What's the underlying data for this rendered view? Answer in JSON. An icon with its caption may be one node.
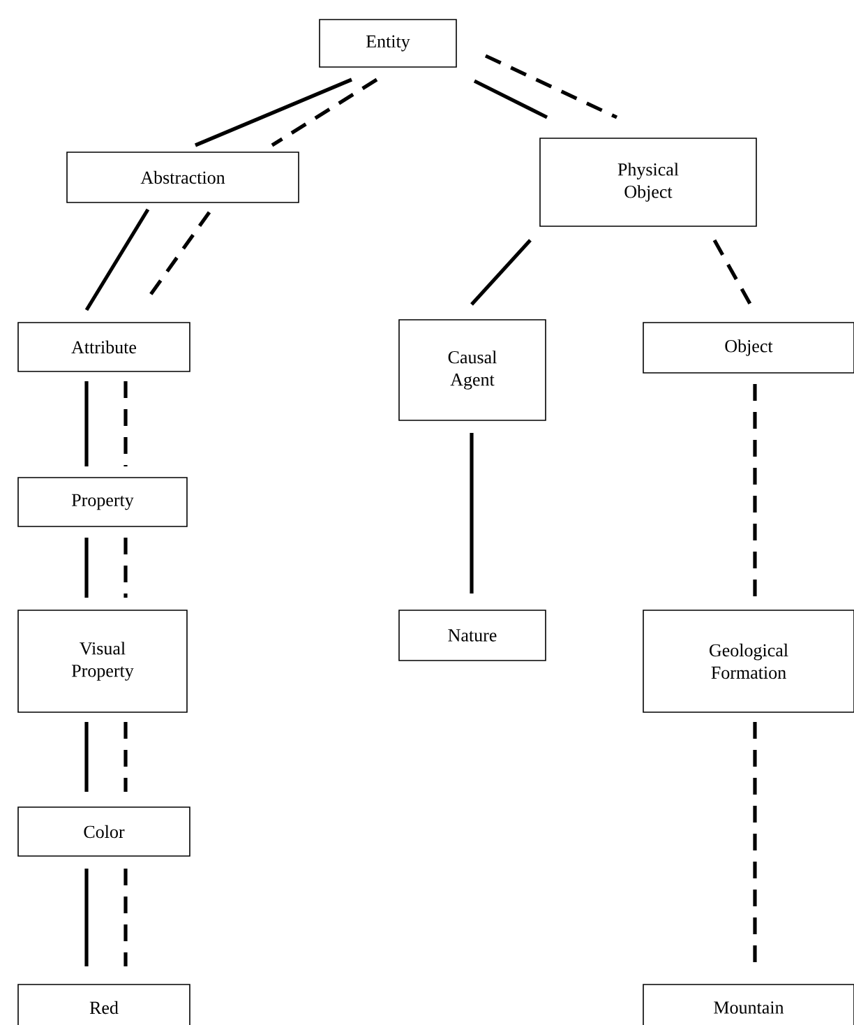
{
  "diagram": {
    "nodes": [
      {
        "text": [
          "Entity"
        ]
      },
      {
        "text": [
          "Abstraction"
        ]
      },
      {
        "text": [
          "Physical Object"
        ]
      },
      {
        "text": [
          "Attribute"
        ]
      },
      {
        "text": [
          "Causal Agent"
        ]
      },
      {
        "text": [
          "Object"
        ]
      },
      {
        "text": [
          "Property"
        ]
      },
      {
        "text": [
          "Visual Property"
        ]
      },
      {
        "text": [
          "Nature"
        ]
      },
      {
        "text": [
          "Geological Formation"
        ]
      },
      {
        "text": [
          "Color"
        ]
      },
      {
        "text": [
          "Mountain"
        ]
      },
      {
        "text": [
          "Red"
        ]
      }
    ],
    "edges": [
      {
        "from": 0,
        "to": 1,
        "arrow": "none"
      },
      {
        "from": 0,
        "to": 1,
        "arrow": "none",
        "style": "dashed"
      },
      {
        "from": 0,
        "to": 2,
        "arrow": "none"
      },
      {
        "from": 0,
        "to": 2,
        "arrow": "none",
        "style": "dashed"
      },
      {
        "from": 1,
        "to": 3,
        "arrow": "none"
      },
      {
        "from": 1,
        "to": 3,
        "arrow": "none",
        "style": "dashed"
      },
      {
        "from": 2,
        "to": 4,
        "arrow": "none"
      },
      {
        "from": 2,
        "to": 5,
        "arrow": "none",
        "style": "dashed"
      },
      {
        "from": 3,
        "to": 6,
        "arrow": "none"
      },
      {
        "from": 3,
        "to": 6,
        "arrow": "none",
        "style": "dashed"
      },
      {
        "from": 4,
        "to": 8,
        "arrow": "none"
      },
      {
        "from": 5,
        "to": 9,
        "arrow": "none",
        "style": "dashed"
      },
      {
        "from": 6,
        "to": 7,
        "arrow": "none"
      },
      {
        "from": 6,
        "to": 7,
        "arrow": "none",
        "style": "dashed"
      },
      {
        "from": 7,
        "to": 10,
        "arrow": "none"
      },
      {
        "from": 7,
        "to": 10,
        "arrow": "none",
        "style": "dashed"
      },
      {
        "from": 9,
        "to": 11,
        "arrow": "none",
        "style": "dashed"
      },
      {
        "from": 10,
        "to": 12,
        "arrow": "none"
      },
      {
        "from": 10,
        "to": 12,
        "arrow": "none",
        "style": "dashed"
      }
    ]
  }
}
